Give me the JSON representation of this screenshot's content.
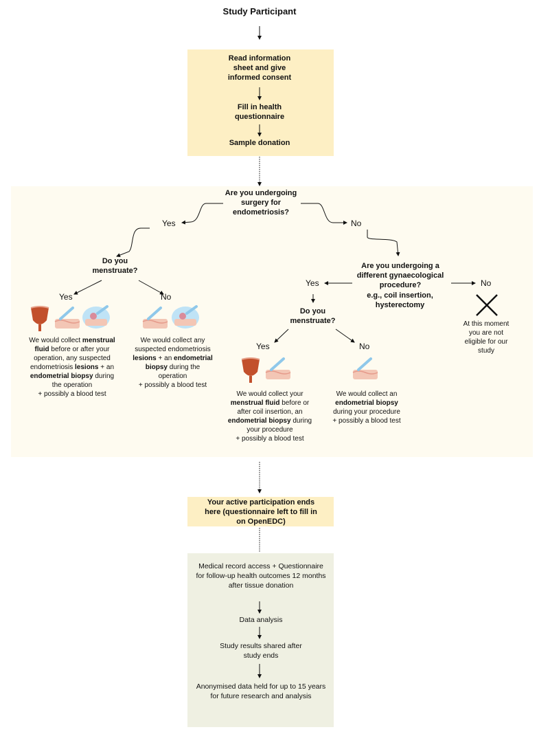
{
  "title": "Study Participant",
  "consent_box": {
    "step1": "Read information sheet and give informed consent",
    "step2": "Fill in health questionnaire",
    "step3": "Sample donation"
  },
  "q_surgery": "Are you undergoing surgery for endometriosis?",
  "yes": "Yes",
  "no": "No",
  "q_menstruate": "Do you menstruate?",
  "q_other_procedure": "Are you undergoing a different gynaecological procedure?",
  "q_other_procedure_eg": "e.g., coil insertion, hysterectomy",
  "outcome_surgery_yes": {
    "p1": "We would collect ",
    "b1": "menstrual fluid",
    "p2": " before or after your operation, any suspected endometriosis ",
    "b2": "lesions",
    "p3": " + an ",
    "b3": "endometrial biopsy",
    "p4": " during the operation",
    "p5": "+ possibly a blood test"
  },
  "outcome_surgery_no": {
    "p1": "We would collect any suspected endometriosis ",
    "b1": "lesions",
    "p2": " + an ",
    "b2": "endometrial biopsy",
    "p3": " during the operation",
    "p4": "+ possibly a blood test"
  },
  "outcome_proc_yes": {
    "p1": "We would collect your ",
    "b1": "menstrual fluid",
    "p2": " before or after coil insertion, an ",
    "b2": "endometrial biopsy",
    "p3": " during your procedure",
    "p4": "+ possibly a blood test"
  },
  "outcome_proc_no": {
    "p1": "We would collect an ",
    "b1": "endometrial biopsy",
    "p2": " during your procedure",
    "p3": "+ possibly a blood test"
  },
  "not_eligible": "At this moment you are not eligible for our study",
  "participation_end": "Your active participation ends here (questionnaire left to fill in on OpenEDC)",
  "followup": {
    "step1": "Medical record access + Questionnaire for follow-up health outcomes 12 months after tissue donation",
    "step2": "Data analysis",
    "step3": "Study results shared after study ends",
    "step4": "Anonymised data held for up to 15 years for future research and analysis"
  },
  "colors": {
    "yellow_box": "#fdefc4",
    "cream_box": "#fefbf0",
    "green_box": "#eff0e2",
    "cup": "#c2502c",
    "tissue": "#f3c6b5",
    "tool": "#8fc8ea"
  },
  "icons": [
    "menstrual-cup-icon",
    "biopsy-tool-icon",
    "lesion-tissue-icon",
    "cross-icon"
  ]
}
